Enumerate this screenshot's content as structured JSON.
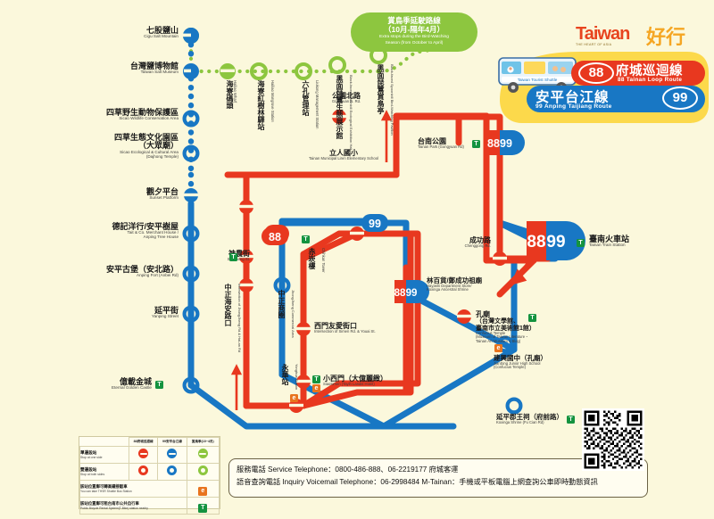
{
  "meta": {
    "bg_color": "#fbf8dc",
    "red": "#e8381f",
    "blue": "#1877c4",
    "green": "#8dc63f",
    "yellow": "#fcd94b"
  },
  "title": {
    "brand_main": "Taiwan",
    "brand_sub": "THE HEART OF ASIA",
    "brand_cn": "好行",
    "route88_num": "88",
    "route88_zh": "府城巡迴線",
    "route88_en": "88 Tainan Loop Route",
    "route99_num": "99",
    "route99_zh": "安平台江線",
    "route99_en": "99 Anping Taijiang Route"
  },
  "bird_banner": {
    "line1": "賞鳥季延駛路線",
    "line2": "（10月-隔年4月）",
    "line3_a": "Extra stops during the Bird-Watching",
    "line3_b": "Season (from October to April)"
  },
  "green_stops": [
    {
      "zh": "海寮碼頭",
      "en": "Hailiao Wharf"
    },
    {
      "zh": "海寮紅樹林驛站",
      "en": "Hailiao Mangrove Station"
    },
    {
      "zh": "六孔管理站",
      "en": "Liukong Management Station"
    },
    {
      "zh": "黑面琵鷺生態展示館",
      "en": "Black-faced Spoonbill Ecological Exhibition Hall"
    },
    {
      "zh": "黑面琵鷺賞鳥亭",
      "en": "Black-faced Spoonbill Bird-Watching Pavilion"
    }
  ],
  "stops": [
    {
      "id": "cigu-salt-mountain",
      "zh": "七股鹽山",
      "en": "Cigu Salt Mountain"
    },
    {
      "id": "taiwan-salt-museum",
      "zh": "台灣鹽博物館",
      "en": "Taiwan Salt Museum"
    },
    {
      "id": "sicao-wildlife",
      "zh": "四草野生動物保護區",
      "en": "Sicao Wildlife Conservation Area"
    },
    {
      "id": "sicao-ecological",
      "zh": "四草生態文化園區",
      "zh2": "（大眾廟）",
      "en": "Sicao Ecological & Cultural Area",
      "en2": "(Dajhong Temple)"
    },
    {
      "id": "sunset-platform",
      "zh": "觀夕平台",
      "en": "Sunset Platform"
    },
    {
      "id": "tait-merchant-house",
      "zh": "德記洋行/安平樹屋",
      "en": "Tait & Co. Merchant House /",
      "en2": "Anping Tree House"
    },
    {
      "id": "anping-fort",
      "zh": "安平古堡（安北路）",
      "en": "Anping Fort (Anbei Rd)"
    },
    {
      "id": "yanping-street",
      "zh": "延平街",
      "en": "Yanping Street"
    },
    {
      "id": "eternal-golden-castle",
      "zh": "億載金城",
      "en": "Eternal Golden Castle"
    },
    {
      "id": "shennong-st",
      "zh": "神農街",
      "en": "Shennong St."
    },
    {
      "id": "jhongjheng-haian",
      "zh": "中正海安路口",
      "en": "Intersection of JhongJheng Rd & Hai-an Rd"
    },
    {
      "id": "jhongjheng-commercial",
      "zh": "中正商圈",
      "en": "JhongJheng Commercial Area"
    },
    {
      "id": "chihkan-tower",
      "zh": "赤崁樓",
      "en": "Chihkan Tower"
    },
    {
      "id": "gongyuan-n-rd",
      "zh": "公園北路",
      "en": "Gongyuan N. Rd."
    },
    {
      "id": "liren-elementary",
      "zh": "立人國小",
      "en": "Tainan Municipal Liren Elementary School"
    },
    {
      "id": "tainan-park",
      "zh": "台南公園",
      "en": "Tainan Park (Gongyuan Rd)"
    },
    {
      "id": "chenggong-rd",
      "zh": "成功路",
      "en": "Chenggong Rd."
    },
    {
      "id": "tainan-train-station",
      "zh": "臺南火車站",
      "en": "Tainan Train Station"
    },
    {
      "id": "hayashi-dept-store",
      "zh": "林百貨/鄭成功祖廟",
      "en": "Hayashi Department Store/",
      "en2": "Koxinga Ancestral Shrine"
    },
    {
      "id": "confucius-temple",
      "zh": "孔廟",
      "zh2": "（台灣文學館、",
      "zh3": "臺南市立美術館1館）",
      "en": "Confucius Temple",
      "en2": "(Museum of Taiwan Literature・",
      "en3": "Tainan Art Museum 1 Bldg)"
    },
    {
      "id": "jiansing-junior-high",
      "zh": "建興國中（孔廟）",
      "en": "JianSing Junior High School",
      "en2": "(Confucius Temple)"
    },
    {
      "id": "koxinga-shrine",
      "zh": "延平郡王祠（府前路）",
      "en": "Koxinga Shrine (Fu Cian Rd)"
    },
    {
      "id": "siaosimen",
      "zh": "小西門（大億麗緻）",
      "en": "Siaosimen (Tayih Landis Hotel)"
    },
    {
      "id": "simen-youai",
      "zh": "西門友愛街口",
      "en": "Intersection of Simen Rd. & Youai St."
    },
    {
      "id": "yonghua-station",
      "zh": "永華站",
      "en": "Yonghua Station"
    }
  ],
  "route_pills": [
    {
      "id": "pill-tainan-park",
      "n88": "88",
      "n99": "99"
    },
    {
      "id": "pill-train-station",
      "n88": "88",
      "n99": "99"
    },
    {
      "id": "pill-hayashi",
      "n88": "88",
      "n99": "99"
    },
    {
      "id": "pill-chihkan-88",
      "n88": "88"
    },
    {
      "id": "pill-center-99",
      "n99": "99"
    },
    {
      "id": "pill-center-88",
      "n88": "88"
    }
  ],
  "legend": {
    "headers": [
      "88府城巡迴線",
      "99安平台江線",
      "賞鳥季(10~4月)"
    ],
    "rows": [
      {
        "zh": "單邊設站",
        "en": "Stop at one side"
      },
      {
        "zh": "雙邊設站",
        "en": "Stop at both sides"
      }
    ],
    "notes": [
      {
        "zh": "該站位置鄰可轉高鐵接駁車",
        "en": "You can take THSR Shuttle Bus Station",
        "icon": "bike-icon",
        "glyph": "e"
      },
      {
        "zh": "該站位置鄰可租台南市公共自行車",
        "en": "Public Bicycle Rental System(T-Bike) station nearby",
        "icon": "t-icon",
        "glyph": "T"
      }
    ]
  },
  "contact": {
    "line1": "服務電話 Service Telephone：0800-486-888、06-2219177 府城客運",
    "line2": "語音查詢電話 Inquiry Voicemail Telephone：06-2998484   M-Tainan：手機或平板電腦上網查詢公車即時動態資訊"
  }
}
